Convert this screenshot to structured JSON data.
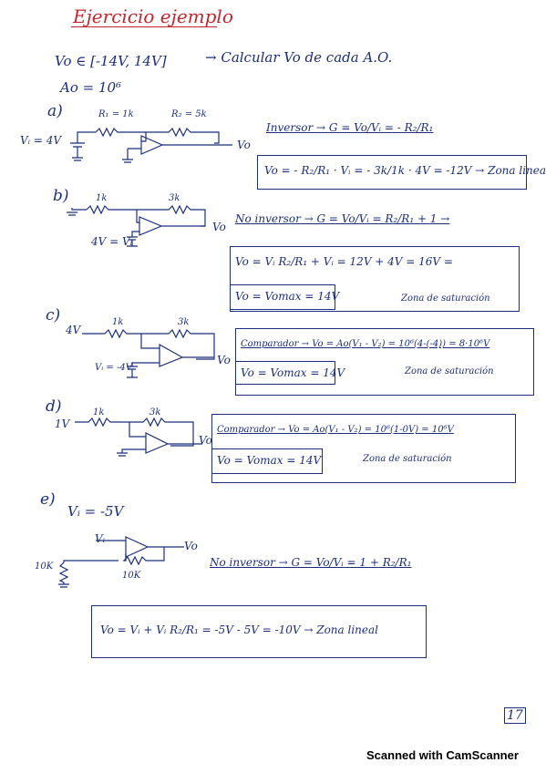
{
  "title": "Ejercicio ejemplo",
  "header": {
    "vo_range": "Vo ∈ [-14V, 14V]",
    "task": "→ Calcular Vo de cada A.O.",
    "ao": "Ao = 10⁶"
  },
  "a": {
    "label": "a)",
    "vi": "Vᵢ = 4V",
    "r1": "R₁ = 1k",
    "r2": "R₂ = 5k",
    "vo": "Vo",
    "type_eq": "Inversor → G = Vo/Vᵢ = - R₂/R₁",
    "result": "Vo = - R₂/R₁ · Vᵢ = - 3k/1k · 4V = -12V → Zona lineal"
  },
  "b": {
    "label": "b)",
    "vi": "4V = Vᵢ",
    "r1": "1k",
    "r2": "3k",
    "vo": "Vo",
    "type_eq": "No inversor → G = Vo/Vᵢ = R₂/R₁ + 1 →",
    "result1": "Vo = Vᵢ R₂/R₁ + Vᵢ = 12V + 4V = 16V =",
    "result2": "Vo = Vomax = 14V",
    "note": "Zona de saturación"
  },
  "c": {
    "label": "c)",
    "v1": "4V",
    "vi": "Vᵢ = -4V",
    "r1": "1k",
    "r2": "3k",
    "vo": "Vo",
    "type_eq": "Comparador → Vo = Ao(V₁ - V₂) = 10⁶(4-(-4)) = 8·10⁶V",
    "result": "Vo = Vomax = 14V",
    "note": "Zona de saturación"
  },
  "d": {
    "label": "d)",
    "v1": "1V",
    "r1": "1k",
    "r2": "3k",
    "vo": "Vo",
    "type_eq": "Comparador → Vo = Ao(V₁ - V₂) = 10⁶(1-0V) = 10⁶V",
    "result": "Vo = Vomax = 14V",
    "note": "Zona de saturación"
  },
  "e": {
    "label": "e)",
    "vi_given": "Vᵢ = -5V",
    "vi": "Vᵢ",
    "r1": "10K",
    "r2": "10K",
    "vo": "Vo",
    "type_eq": "No inversor → G = Vo/Vᵢ = 1 + R₂/R₁",
    "result": "Vo = Vᵢ + Vᵢ R₂/R₁ = -5V - 5V = -10V → Zona lineal"
  },
  "page_number": "17",
  "footer": "Scanned with CamScanner"
}
